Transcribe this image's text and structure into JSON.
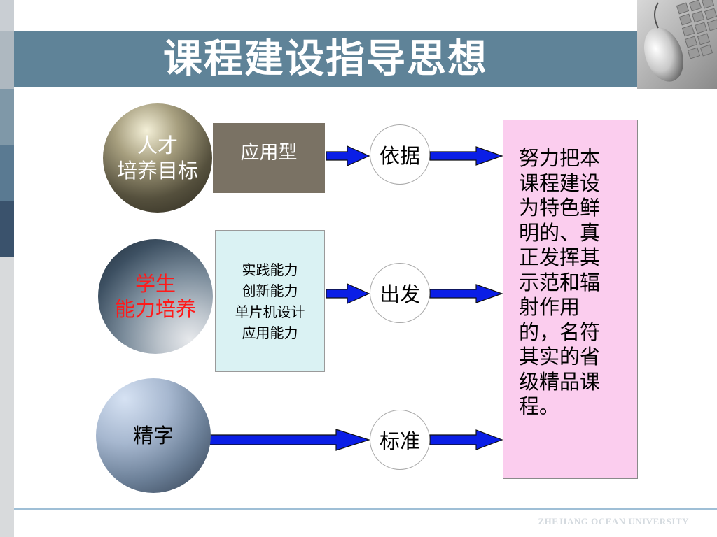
{
  "slide": {
    "title": "课程建设指导思想",
    "footer": "ZHEJIANG OCEAN UNIVERSITY"
  },
  "diagram": {
    "rows": [
      {
        "circle_lines": [
          "人才",
          "培养目标"
        ],
        "box": "应用型",
        "node": "依据"
      },
      {
        "circle_lines": [
          "学生",
          "能力培养"
        ],
        "box_lines": [
          "实践能力",
          "创新能力",
          "单片机设计",
          "应用能力"
        ],
        "node": "出发"
      },
      {
        "circle_lines": [
          "精字"
        ],
        "node": "标准"
      }
    ],
    "result": "努力把本课程建设为特色鲜明的、真正发挥其示范和辐射作用的，名符其实的省级精品课程。"
  },
  "colors": {
    "header_band": "#5f8398",
    "arrow_fill": "#0a1ee6",
    "ability_box": "#daf2f3",
    "result_box": "#fbcdee",
    "student_text": "#ff1a1a"
  }
}
